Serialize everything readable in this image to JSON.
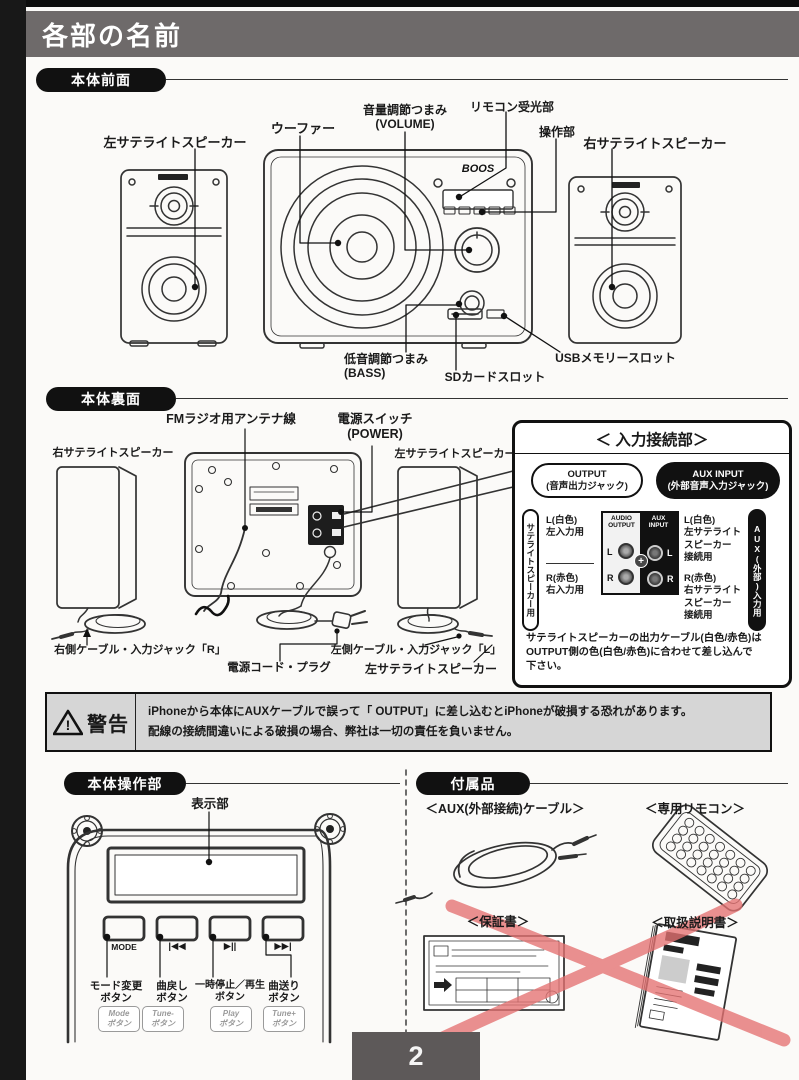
{
  "page": {
    "title": "各部の名前",
    "page_number": "2",
    "brand_logo": "BOOS"
  },
  "sections": {
    "front": "本体前面",
    "back": "本体裏面",
    "controls": "本体操作部",
    "accessories": "付属品"
  },
  "front": {
    "left_satellite": "左サテライトスピーカー",
    "woofer": "ウーファー",
    "volume": "音量調節つまみ\n(VOLUME)",
    "remote_sensor": "リモコン受光部",
    "control_panel": "操作部",
    "right_satellite": "右サテライトスピーカー",
    "bass": "低音調節つまみ\n(BASS)",
    "sd_slot": "SDカードスロット",
    "usb_slot": "USBメモリースロット"
  },
  "back": {
    "fm_antenna": "FMラジオ用アンテナ線",
    "power_switch": "電源スイッチ\n(POWER)",
    "right_satellite": "右サテライトスピーカー",
    "left_satellite": "左サテライトスピーカー",
    "right_cable_jack": "右側ケーブル・入力ジャック「R」",
    "power_cord_plug": "電源コード・プラグ",
    "left_cable_jack": "左側ケーブル・入力ジャック「L」",
    "left_satellite_cable": "左サテライトスピーカー"
  },
  "input_box": {
    "title": "＜ 入力接続部＞",
    "output_jack": "OUTPUT\n(音声出力ジャック)",
    "aux_jack": "AUX INPUT\n(外部音声入力ジャック)",
    "satellite_rail": "サテライトスピーカー用",
    "aux_rail": "AUX(外部)入力用",
    "audio_output_col": "AUDIO\nOUTPUT",
    "aux_input_col": "AUX\nINPUT",
    "jack_l": "L",
    "jack_r": "R",
    "plus": "+",
    "left_l": "L(白色)\n左入力用",
    "left_r": "R(赤色)\n右入力用",
    "right_l": "L(白色)\n左サテライト\nスピーカー\n接続用",
    "right_r": "R(赤色)\n右サテライト\nスピーカー\n接続用",
    "note": "サテライトスピーカーの出力ケーブル(白色/赤色)は\nOUTPUT側の色(白色/赤色)に合わせて差し込んで\n下さい。"
  },
  "warning": {
    "label": "警告",
    "exclamation": "!",
    "text": "iPhoneから本体にAUXケーブルで誤って「 OUTPUT」に差し込むとiPhoneが破損する恐れがあります。\n配線の接続間違いによる破損の場合、弊社は一切の責任を負いません。"
  },
  "controls": {
    "display": "表示部",
    "buttons": [
      {
        "glyph": "MODE",
        "label": "モード変更\nボタン",
        "sub": "Mode\nボタン"
      },
      {
        "glyph": "|◀◀",
        "label": "曲戻し\nボタン",
        "sub": "Tune-\nボタン"
      },
      {
        "glyph": "▶||",
        "label": "一時停止／再生\nボタン",
        "sub": "Play\nボタン"
      },
      {
        "glyph": "▶▶|",
        "label": "曲送り\nボタン",
        "sub": "Tune+\nボタン"
      }
    ]
  },
  "accessories": {
    "aux_cable": "＜AUX(外部接続)ケーブル＞",
    "remote": "＜専用リモコン＞",
    "warranty": "＜保証書＞",
    "manual": "＜取扱説明書＞"
  },
  "colors": {
    "banner": "#6e6a6a",
    "side_bar": "#181818",
    "warning_bg": "#d6d6d6",
    "red_cross": "#e57272",
    "page_box": "#5d5959"
  }
}
